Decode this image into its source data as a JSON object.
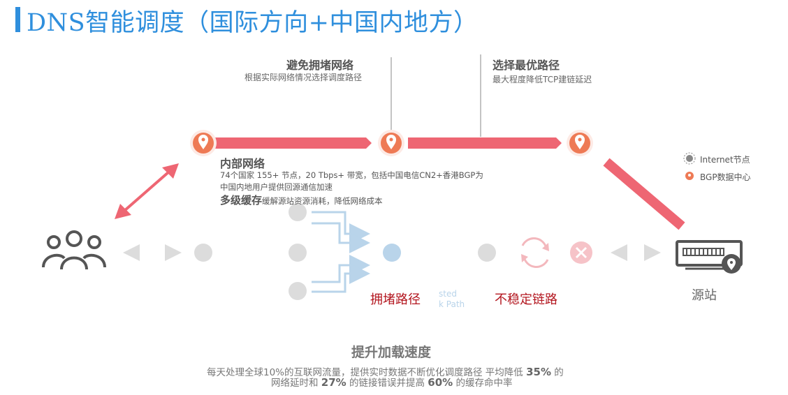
{
  "title": "DNS智能调度（国际方向+中国内地方）",
  "avoid": {
    "heading": "避免拥堵网络",
    "desc": "根据实际网络情况选择调度路径"
  },
  "optimal": {
    "heading": "选择最优路径",
    "desc": "最大程度降低TCP建链延迟"
  },
  "internal": {
    "heading": "内部网络",
    "line1": "74个国家 155+ 节点，20 Tbps+ 带宽，包括中国电信CN2+香港BGP为",
    "line2": "中国内地用户提供回源通信加速",
    "cache_heading": "多级缓存",
    "cache_desc": "缓解源站资源消耗，降低网络成本"
  },
  "legend": {
    "internet_node": "Internet节点",
    "bgp_dc": "BGP数据中心"
  },
  "congested_label": "拥堵路径",
  "congested_faint_1": "sted",
  "congested_faint_2": "k Path",
  "unstable_label": "不稳定链路",
  "origin_label": "源站",
  "bottom": {
    "heading": "提升加载速度",
    "line1_a": "每天处理全球10%的互联网流量，提供实时数据不断优化调度路径  平均降低",
    "line1_num": "35%",
    "line1_b": "的",
    "line2_a": "网络延时和",
    "line2_num1": "27%",
    "line2_b": "的链接错误并提高",
    "line2_num2": "60%",
    "line2_c": "的缓存命中率"
  },
  "colors": {
    "accent_blue": "#2f8fdd",
    "route_red": "#ee6673",
    "pin_orange": "#ee7a55",
    "alert_red": "#b3161f",
    "muted_gray": "#d9d9d9",
    "light_blue": "#b9d4ea"
  },
  "icons": [
    "location-pin-icon",
    "users-icon",
    "server-icon",
    "refresh-icon",
    "close-icon",
    "internet-node-icon",
    "bgp-datacenter-icon"
  ]
}
